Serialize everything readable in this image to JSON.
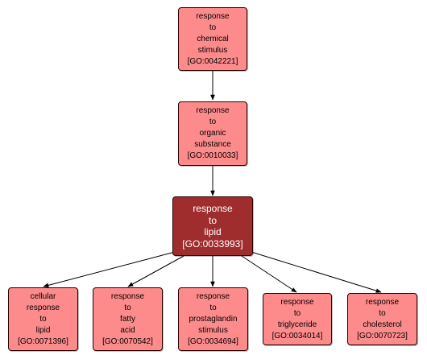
{
  "nodes": {
    "chemical": {
      "lines": [
        "response",
        "to",
        "chemical",
        "stimulus"
      ],
      "id": "[GO:0042221]"
    },
    "organic": {
      "lines": [
        "response",
        "to",
        "organic",
        "substance"
      ],
      "id": "[GO:0010033]"
    },
    "lipid": {
      "lines": [
        "response",
        "to",
        "lipid"
      ],
      "id": "[GO:0033993]"
    },
    "cellular": {
      "lines": [
        "cellular",
        "response",
        "to",
        "lipid"
      ],
      "id": "[GO:0071396]"
    },
    "fatty": {
      "lines": [
        "response",
        "to",
        "fatty",
        "acid"
      ],
      "id": "[GO:0070542]"
    },
    "prostaglandin": {
      "lines": [
        "response",
        "to",
        "prostaglandin",
        "stimulus"
      ],
      "id": "[GO:0034694]"
    },
    "triglyceride": {
      "lines": [
        "response",
        "to",
        "triglyceride"
      ],
      "id": "[GO:0034014]"
    },
    "cholesterol": {
      "lines": [
        "response",
        "to",
        "cholesterol"
      ],
      "id": "[GO:0070723]"
    }
  },
  "colors": {
    "node_fill": "#fe8b8b",
    "focus_fill": "#9f2d2d",
    "edge": "#000000"
  }
}
